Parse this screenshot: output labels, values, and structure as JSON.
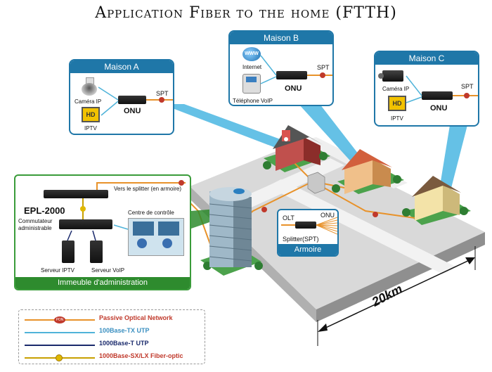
{
  "title": "Application Fiber to the home (FTTH)",
  "maison_a": {
    "header": "Maison A",
    "camera": "Caméra IP",
    "iptv": "IPTV",
    "onu": "ONU",
    "spt": "SPT"
  },
  "maison_b": {
    "header": "Maison B",
    "internet": "Internet",
    "phone": "Téléphone VoIP",
    "onu": "ONU",
    "spt": "SPT",
    "www": "WWW"
  },
  "maison_c": {
    "header": "Maison C",
    "camera": "Caméra IP",
    "iptv": "IPTV",
    "onu": "ONU",
    "spt": "SPT"
  },
  "admin": {
    "footer": "Immeuble d'administration",
    "device": "EPL-2000",
    "to_splitter": "Vers le splitter (en armoire)",
    "switch": "Commutateur administrable",
    "control": "Centre de contrôle",
    "server_iptv": "Serveur IPTV",
    "server_voip": "Serveur VoIP"
  },
  "armoire": {
    "footer": "Armoire",
    "olt": "OLT",
    "onu": "ONU",
    "splitter": "Splitter(SPT)"
  },
  "distance": "20km",
  "legend": [
    {
      "label": "Passive Optical Network",
      "color": "#e8922a",
      "text_color": "#c0392b",
      "marker": "PON"
    },
    {
      "label": "100Base-TX UTP",
      "color": "#4fb3d9",
      "text_color": "#3a8fc0"
    },
    {
      "label": "1000Base-T UTP",
      "color": "#1a2a6c",
      "text_color": "#1a2a6c"
    },
    {
      "label": "1000Base-SX/LX Fiber-optic",
      "color": "#c8a000",
      "text_color": "#c0392b"
    }
  ]
}
